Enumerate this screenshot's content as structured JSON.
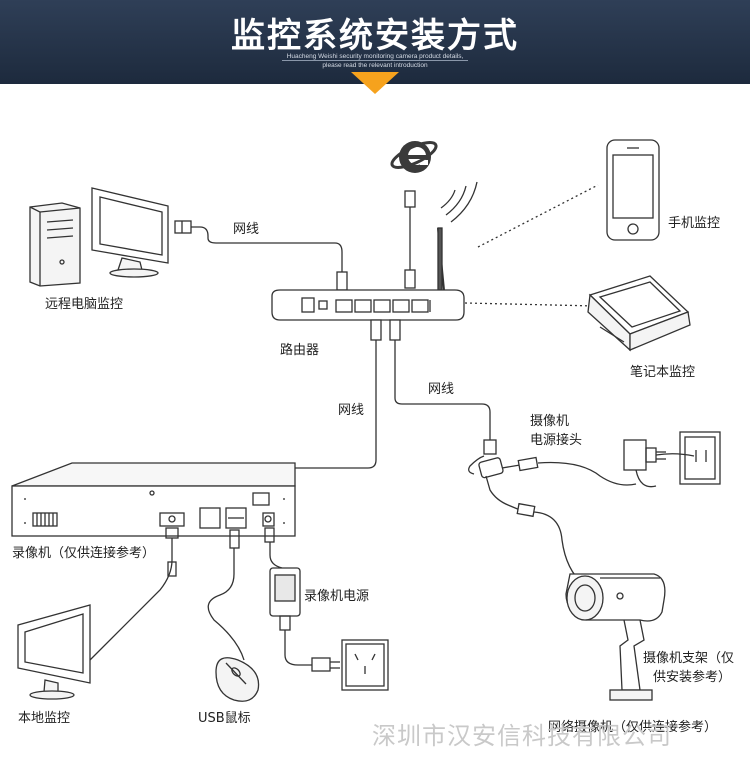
{
  "header": {
    "title": "监控系统安装方式",
    "subtitle_line1": "Huacheng Weishi security monitoring camera product details,",
    "subtitle_line2": "please read the relevant introduction"
  },
  "labels": {
    "remote_pc": "远程电脑监控",
    "cable_top": "网线",
    "router": "路由器",
    "phone": "手机监控",
    "laptop": "笔记本监控",
    "cable_left": "网线",
    "cable_right": "网线",
    "camera_power_line1": "摄像机",
    "camera_power_line2": "电源接头",
    "recorder": "录像机（仅供连接参考）",
    "recorder_power": "录像机电源",
    "bracket_line1": "摄像机支架（仅",
    "bracket_line2": "供安装参考）",
    "local_monitor": "本地监控",
    "usb_mouse": "USB鼠标",
    "network_camera": "网络摄像机（仅供连接参考）"
  },
  "watermark": "深圳市汉安信科技有限公司",
  "colors": {
    "banner": "#2a3a52",
    "accent": "#f6a21d",
    "line": "#333333"
  }
}
